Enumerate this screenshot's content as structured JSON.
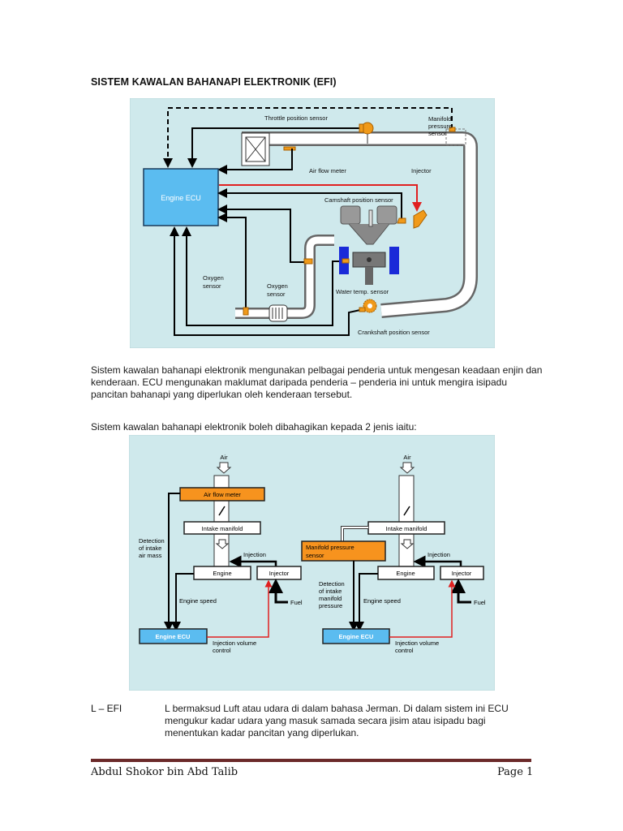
{
  "document": {
    "title": "SISTEM KAWALAN BAHANAPI ELEKTRONIK (EFI)",
    "paragraph1": "Sistem kawalan bahanapi elektronik mengunakan pelbagai penderia untuk mengesan keadaan enjin dan kenderaan. ECU mengunakan maklumat daripada penderia – penderia ini untuk mengira isipadu pancitan bahanapi yang diperlukan oleh kenderaan tersebut.",
    "paragraph2": "Sistem kawalan bahanapi elektronik boleh dibahagikan kepada 2 jenis iaitu:",
    "lefi_label": "L – EFI",
    "lefi_text": "L bermaksud Luft atau udara di dalam bahasa Jerman. Di dalam sistem ini ECU mengukur kadar udara yang masuk samada secara jisim atau isipadu bagi menentukan kadar pancitan yang diperlukan."
  },
  "figure1": {
    "ecu_label": "Engine ECU",
    "labels": {
      "throttle": "Throttle position sensor",
      "manifold1": "Manifold",
      "manifold2": "pressure",
      "manifold3": "sensor",
      "airflow": "Air flow meter",
      "injector": "Injector",
      "camshaft": "Camshaft position sensor",
      "oxygen_a1": "Oxygen",
      "oxygen_a2": "sensor",
      "oxygen_b1": "Oxygen",
      "oxygen_b2": "sensor",
      "water": "Water temp. sensor",
      "crankshaft": "Crankshaft position sensor"
    },
    "colors": {
      "background": "#cfe9ec",
      "ecu": "#5bbcf0",
      "signal": "#e02020",
      "sensor": "#f09a1a",
      "coolant": "#1a2ad8"
    }
  },
  "figure2": {
    "left": {
      "air": "Air",
      "airflow_meter": "Air flow meter",
      "intake_manifold": "Intake manifold",
      "detection1": "Detection",
      "detection2": "of intake",
      "detection3": "air mass",
      "injection": "Injection",
      "engine": "Engine",
      "injector": "Injector",
      "engine_speed": "Engine speed",
      "fuel": "Fuel",
      "ecu": "Engine ECU",
      "ivc1": "Injection volume",
      "ivc2": "control"
    },
    "right": {
      "air": "Air",
      "intake_manifold": "Intake manifold",
      "mps1": "Manifold pressure",
      "mps2": "sensor",
      "injection": "Injection",
      "engine": "Engine",
      "injector": "Injector",
      "detection1": "Detection",
      "detection2": "of intake",
      "detection3": "manifold",
      "detection4": "pressure",
      "engine_speed": "Engine speed",
      "fuel": "Fuel",
      "ecu": "Engine ECU",
      "ivc1": "Injection volume",
      "ivc2": "control"
    },
    "colors": {
      "background": "#cfe9ec",
      "sensor_box": "#f7931e",
      "ecu": "#5bbcf0",
      "signal": "#e02020"
    }
  },
  "footer": {
    "author": "Abdul Shokor bin Abd Talib",
    "page": "Page 1"
  }
}
